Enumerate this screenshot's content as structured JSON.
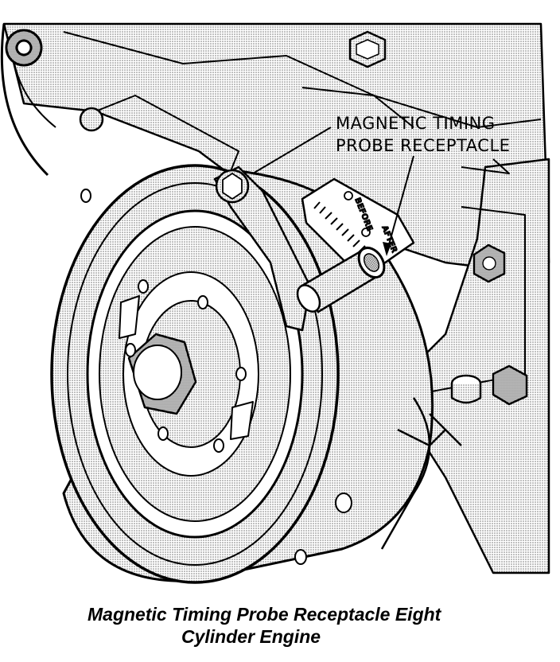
{
  "callout": {
    "line1": "MAGNETIC TIMING",
    "line2": "PROBE RECEPTACLE"
  },
  "timing_scale": {
    "before_label": "BEFORE",
    "after_label": "AFTER"
  },
  "caption": {
    "line1": "Magnetic Timing Probe Receptacle Eight",
    "line2": "Cylinder Engine"
  }
}
